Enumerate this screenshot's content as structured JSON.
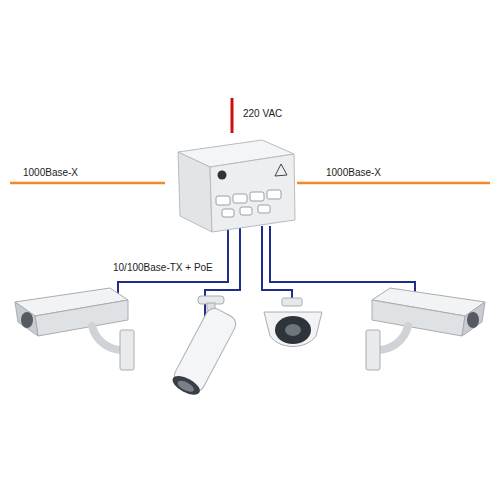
{
  "diagram": {
    "labels": [
      "220 VAC",
      "1000Base-X",
      "1000Base-X",
      "10/100Base-TX + PoE"
    ]
  }
}
